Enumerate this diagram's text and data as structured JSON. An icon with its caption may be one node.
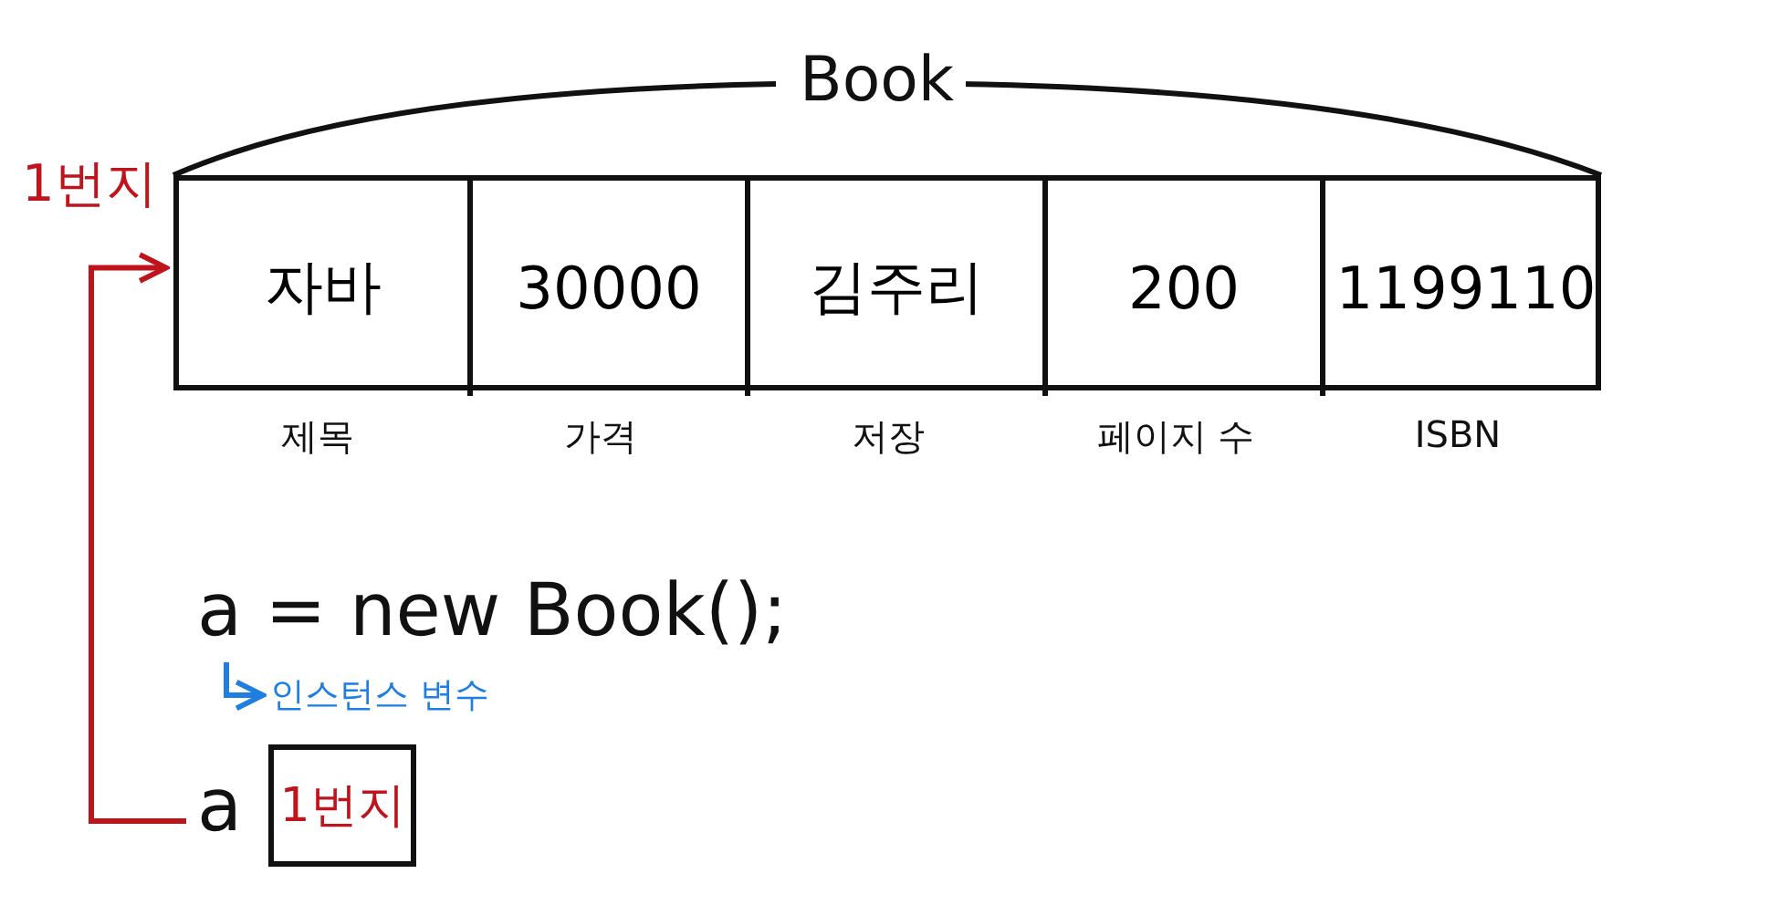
{
  "diagram": {
    "nodes": [
      {
        "text": [
          "Book"
        ],
        "beside": [
          "1번지"
        ]
      },
      {
        "text": [
          "자바"
        ],
        "in": 0,
        "beside": [
          "제목"
        ]
      },
      {
        "text": [
          "30000"
        ],
        "in": 0,
        "beside": [
          "가격"
        ]
      },
      {
        "text": [
          "김주리"
        ],
        "in": 0,
        "beside": [
          "저장"
        ]
      },
      {
        "text": [
          "200"
        ],
        "in": 0,
        "beside": [
          "페이지 수"
        ]
      },
      {
        "text": [
          "1199110"
        ],
        "in": 0,
        "beside": [
          "ISBN"
        ]
      },
      {
        "text": [
          "a = new Book();"
        ]
      },
      {
        "text": [
          "인스턴스 변수"
        ]
      },
      {
        "text": [
          "a"
        ]
      },
      {
        "text": [
          "1번지"
        ]
      }
    ],
    "edges": [
      {
        "from": 8,
        "to": 0,
        "arrow": "to",
        "color": "#c0141c"
      },
      {
        "from": 6,
        "to": 7,
        "arrow": "to",
        "color": "#1e7fe0"
      }
    ]
  }
}
